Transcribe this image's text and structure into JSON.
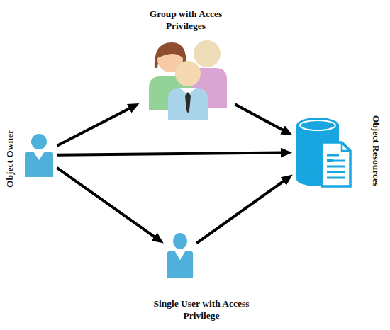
{
  "diagram": {
    "nodes": [
      {
        "text": [
          "Group with Acces Privileges"
        ]
      },
      {
        "text": [
          "Object Owner"
        ]
      },
      {
        "text": [
          "Object Resources"
        ]
      },
      {
        "text": [
          "Single User with Access Privilege"
        ]
      }
    ],
    "edges": [
      {
        "from": 1,
        "to": 0,
        "arrow": "to"
      },
      {
        "from": 1,
        "to": 2,
        "arrow": "to"
      },
      {
        "from": 1,
        "to": 3,
        "arrow": "to"
      },
      {
        "from": 0,
        "to": 2,
        "arrow": "to"
      },
      {
        "from": 3,
        "to": 2,
        "arrow": "to"
      }
    ]
  }
}
